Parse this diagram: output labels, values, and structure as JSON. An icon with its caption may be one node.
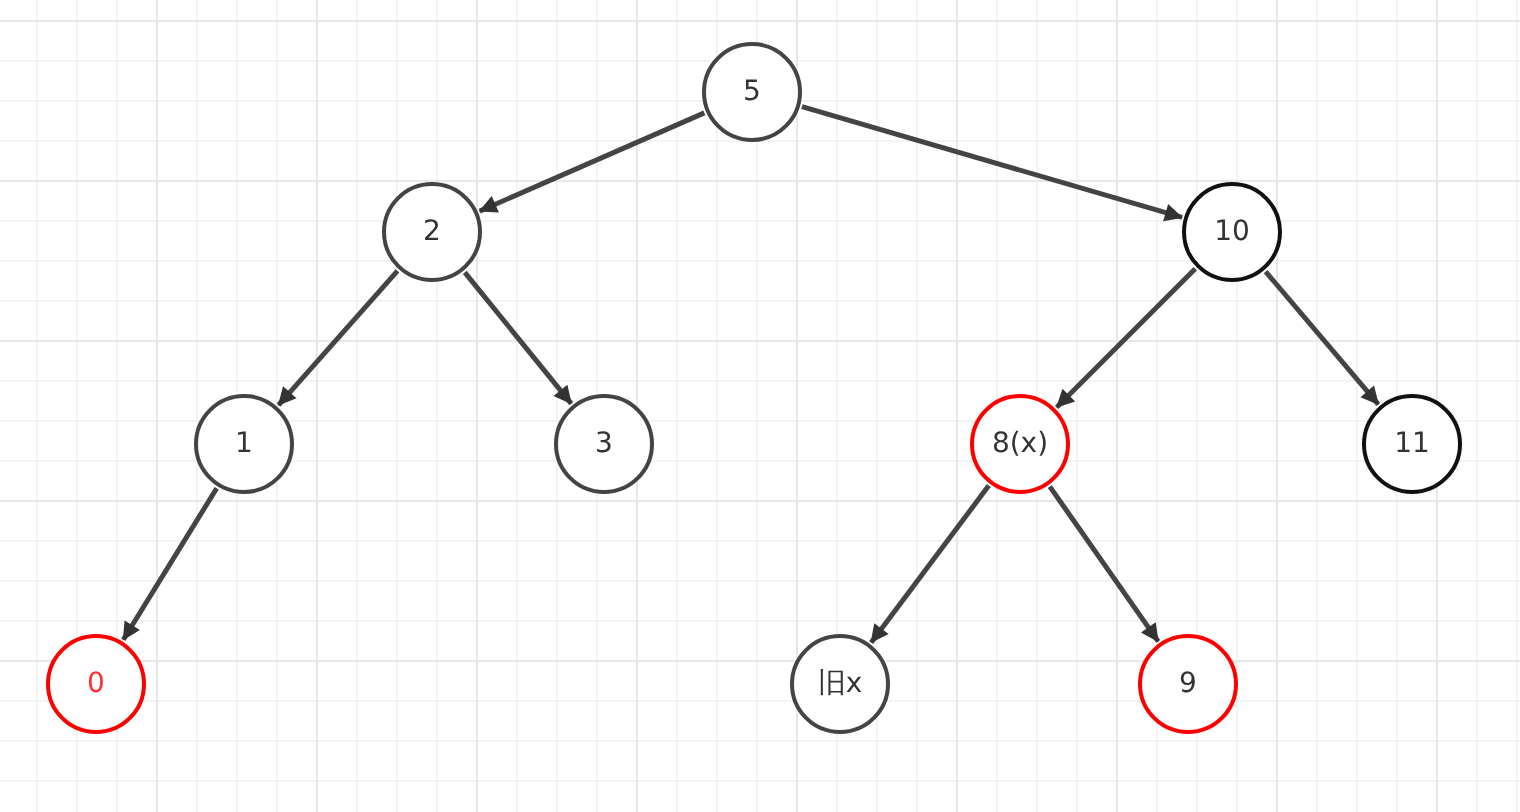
{
  "diagram": {
    "nodes": [
      {
        "text": [
          "5"
        ]
      },
      {
        "text": [
          "2"
        ]
      },
      {
        "text": [
          "10"
        ]
      },
      {
        "text": [
          "1"
        ]
      },
      {
        "text": [
          "3"
        ]
      },
      {
        "text": [
          "8(x)"
        ]
      },
      {
        "text": [
          "11"
        ]
      },
      {
        "text": [
          "0"
        ]
      },
      {
        "text": [
          "旧x"
        ]
      },
      {
        "text": [
          "9"
        ]
      }
    ],
    "edges": [
      {
        "from": 0,
        "to": 1,
        "arrow": "to"
      },
      {
        "from": 0,
        "to": 2,
        "arrow": "to"
      },
      {
        "from": 1,
        "to": 3,
        "arrow": "to"
      },
      {
        "from": 1,
        "to": 4,
        "arrow": "to"
      },
      {
        "from": 2,
        "to": 5,
        "arrow": "to"
      },
      {
        "from": 2,
        "to": 6,
        "arrow": "to"
      },
      {
        "from": 3,
        "to": 7,
        "arrow": "to"
      },
      {
        "from": 5,
        "to": 8,
        "arrow": "to"
      },
      {
        "from": 5,
        "to": 9,
        "arrow": "to"
      }
    ]
  }
}
